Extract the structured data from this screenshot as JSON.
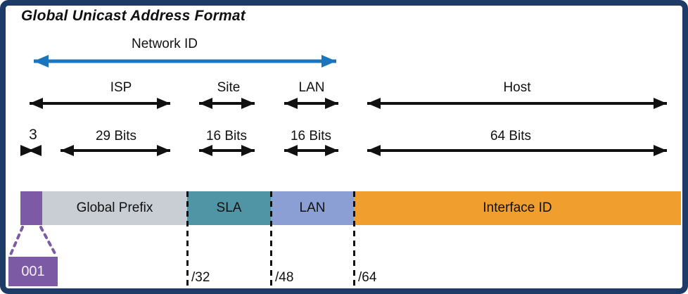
{
  "title": "Global Unicast Address Format",
  "network_id": {
    "label": "Network ID"
  },
  "sections": {
    "isp": {
      "label": "ISP",
      "bits": "29 Bits"
    },
    "site": {
      "label": "Site",
      "bits": "16 Bits"
    },
    "lan": {
      "label": "LAN",
      "bits": "16 Bits"
    },
    "host": {
      "label": "Host",
      "bits": "64 Bits"
    }
  },
  "prefix": {
    "bits": "3",
    "value": "001"
  },
  "bar": {
    "global_prefix_label": "Global Prefix",
    "sla_label": "SLA",
    "lan_label": "LAN",
    "interface_id_label": "Interface ID"
  },
  "boundaries": {
    "b32": "/32",
    "b48": "/48",
    "b64": "/64"
  },
  "colors": {
    "frame_navy": "#1e3a66",
    "network_arrow_blue": "#1b75bc",
    "prefix_purple": "#7c5aa4",
    "global_prefix_gray": "#c9cdd4",
    "sla_teal": "#4f95a6",
    "lan_periwinkle": "#8c9fd5",
    "interface_orange": "#f09e2e",
    "arrow_black": "#111111"
  }
}
